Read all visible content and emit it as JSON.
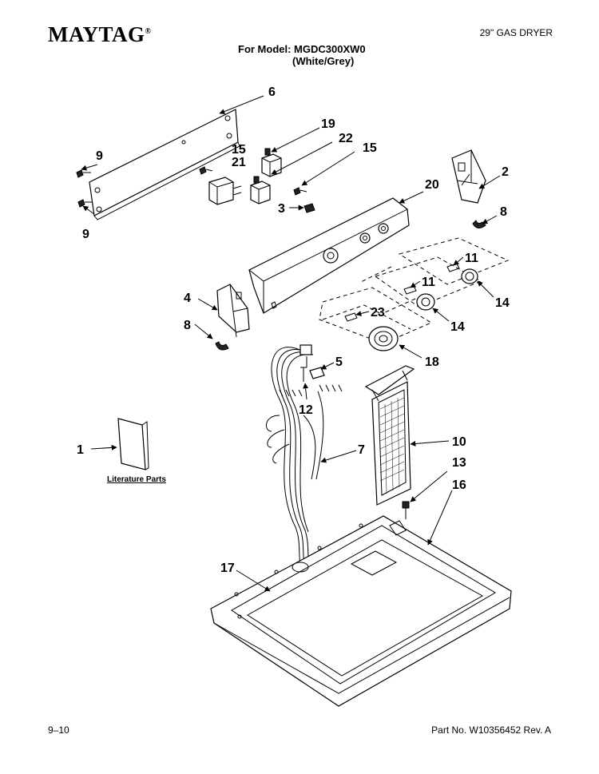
{
  "header": {
    "brand": "MAYTAG",
    "brand_mark": "®",
    "product": "29\" GAS DRYER",
    "model_line1": "For Model: MGDC300XW0",
    "model_line2": "(White/Grey)"
  },
  "literature_label": "Literature Parts",
  "callouts": [
    {
      "id": "c6",
      "label": "6"
    },
    {
      "id": "c19",
      "label": "19"
    },
    {
      "id": "c22",
      "label": "22"
    },
    {
      "id": "c15a",
      "label": "15"
    },
    {
      "id": "c15b",
      "label": "15"
    },
    {
      "id": "c21",
      "label": "21"
    },
    {
      "id": "c9a",
      "label": "9"
    },
    {
      "id": "c9b",
      "label": "9"
    },
    {
      "id": "c2",
      "label": "2"
    },
    {
      "id": "c20",
      "label": "20"
    },
    {
      "id": "c3",
      "label": "3"
    },
    {
      "id": "c8a",
      "label": "8"
    },
    {
      "id": "c11a",
      "label": "11"
    },
    {
      "id": "c11b",
      "label": "11"
    },
    {
      "id": "c14a",
      "label": "14"
    },
    {
      "id": "c14b",
      "label": "14"
    },
    {
      "id": "c4",
      "label": "4"
    },
    {
      "id": "c8b",
      "label": "8"
    },
    {
      "id": "c23",
      "label": "23"
    },
    {
      "id": "c18",
      "label": "18"
    },
    {
      "id": "c5",
      "label": "5"
    },
    {
      "id": "c12",
      "label": "12"
    },
    {
      "id": "c10",
      "label": "10"
    },
    {
      "id": "c1",
      "label": "1"
    },
    {
      "id": "c7",
      "label": "7"
    },
    {
      "id": "c13",
      "label": "13"
    },
    {
      "id": "c16",
      "label": "16"
    },
    {
      "id": "c17",
      "label": "17"
    }
  ],
  "footer": {
    "page": "9–10",
    "part_no": "Part No. W10356452 Rev. A"
  }
}
